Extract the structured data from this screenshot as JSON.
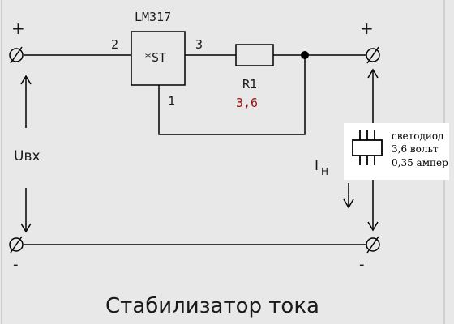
{
  "regulator": {
    "name": "LM317",
    "body_label": "*ST",
    "pin_in": "2",
    "pin_out": "3",
    "pin_adj": "1"
  },
  "resistor": {
    "name": "R1",
    "value": "3,6"
  },
  "input": {
    "plus": "+",
    "minus": "-",
    "voltage_label": "Uвх"
  },
  "output": {
    "plus": "+",
    "minus": "-",
    "current_label": "I",
    "current_sub": "Н"
  },
  "led_note": {
    "line1": "светодиод",
    "line2": "3,6 вольт",
    "line3": "0,35 ампер"
  },
  "caption": "Стабилизатор тока",
  "colors": {
    "background": "#e8e8e8",
    "wire": "#000000",
    "resistor_value": "#a01010",
    "label": "#1a1a1a",
    "note_bg": "#ffffff"
  }
}
